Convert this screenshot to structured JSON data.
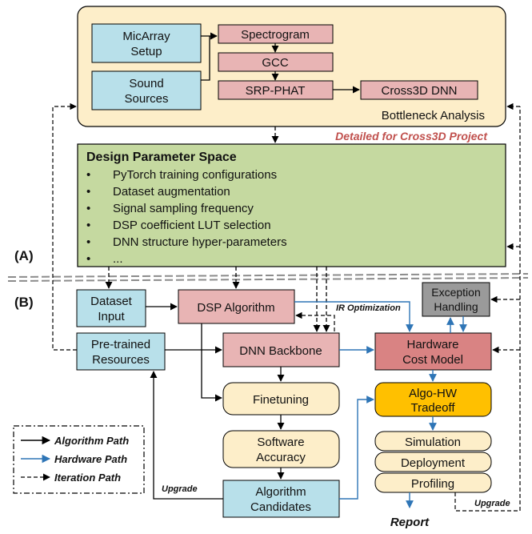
{
  "section_a_label": "(A)",
  "section_b_label": "(B)",
  "top_panel": {
    "bottleneck_label": "Bottleneck Analysis",
    "detail_note": "Detailed for Cross3D Project",
    "micarray_line1": "MicArray",
    "micarray_line2": "Setup",
    "sound_line1": "Sound",
    "sound_line2": "Sources",
    "spectrogram": "Spectrogram",
    "gcc": "GCC",
    "srp_phat": "SRP-PHAT",
    "cross3d_dnn": "Cross3D DNN"
  },
  "design_space": {
    "title": "Design Parameter Space",
    "bullet_char": "•",
    "items": [
      "PyTorch training configurations",
      "Dataset augmentation",
      "Signal sampling frequency",
      "DSP coefficient LUT selection",
      "DNN structure hyper-parameters",
      "..."
    ]
  },
  "flow": {
    "dataset_line1": "Dataset",
    "dataset_line2": "Input",
    "dsp_algorithm": "DSP Algorithm",
    "ir_optimization": "IR Optimization",
    "exception_line1": "Exception",
    "exception_line2": "Handling",
    "pretrained_line1": "Pre-trained",
    "pretrained_line2": "Resources",
    "dnn_backbone": "DNN Backbone",
    "hw_cost_line1": "Hardware",
    "hw_cost_line2": "Cost Model",
    "finetuning": "Finetuning",
    "algo_hw_line1": "Algo-HW",
    "algo_hw_line2": "Tradeoff",
    "software_line1": "Software",
    "software_line2": "Accuracy",
    "simulation": "Simulation",
    "deployment": "Deployment",
    "profiling": "Profiling",
    "candidates_line1": "Algorithm",
    "candidates_line2": "Candidates",
    "upgrade_left": "Upgrade",
    "upgrade_right": "Upgrade",
    "report": "Report"
  },
  "legend": {
    "algorithm_path": "Algorithm Path",
    "hardware_path": "Hardware Path",
    "iteration_path": "Iteration Path"
  },
  "colors": {
    "panel_fill": "#fdeec9",
    "blue_box": "#b8e0ea",
    "pink_box": "#e8b4b4",
    "green_box": "#c5d9a0",
    "gray_box": "#9a9a9a",
    "hw_cost": "#d98383",
    "tradeoff": "#ffc000",
    "cream_box": "#fdeec9",
    "hardware_arrow": "#2e75b6",
    "note_red": "#c0504d"
  }
}
